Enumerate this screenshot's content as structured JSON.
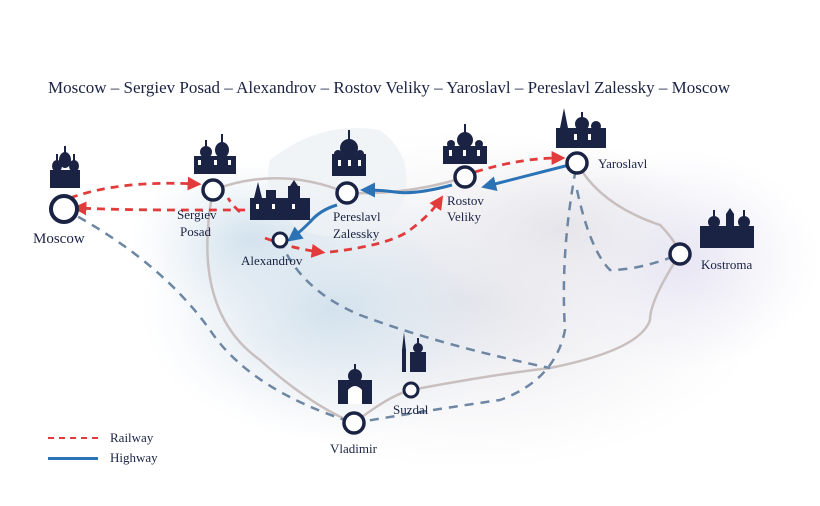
{
  "title": "Moscow – Sergiev Posad – Alexandrov – Rostov Veliky – Yaroslavl – Pereslavl Zalessky – Moscow",
  "colors": {
    "railway": "#e23b3b",
    "highway": "#2b73b5",
    "road": "#c9bfbf",
    "dashed_road": "#6d86a3",
    "text": "#1b2344",
    "node_stroke": "#1b2344"
  },
  "cities": {
    "moscow": {
      "name": "Moscow",
      "icon": "st-basils-cathedral-icon"
    },
    "sergiev_posad": {
      "name_line1": "Sergiev",
      "name_line2": "Posad",
      "icon": "trinity-lavra-icon"
    },
    "alexandrov": {
      "name": "Alexandrov",
      "icon": "kremlin-icon"
    },
    "pereslavl": {
      "name_line1": "Pereslavl",
      "name_line2": "Zalessky",
      "icon": "monastery-icon"
    },
    "rostov": {
      "name_line1": "Rostov",
      "name_line2": "Veliky",
      "icon": "rostov-kremlin-icon"
    },
    "yaroslavl": {
      "name": "Yaroslavl",
      "icon": "church-of-elijah-icon"
    },
    "kostroma": {
      "name": "Kostroma",
      "icon": "ipatiev-monastery-icon"
    },
    "vladimir": {
      "name": "Vladimir",
      "icon": "golden-gate-icon"
    },
    "suzdal": {
      "name": "Suzdal",
      "icon": "suzdal-churches-icon"
    }
  },
  "legend": {
    "railway": "Railway",
    "highway": "Highway"
  }
}
